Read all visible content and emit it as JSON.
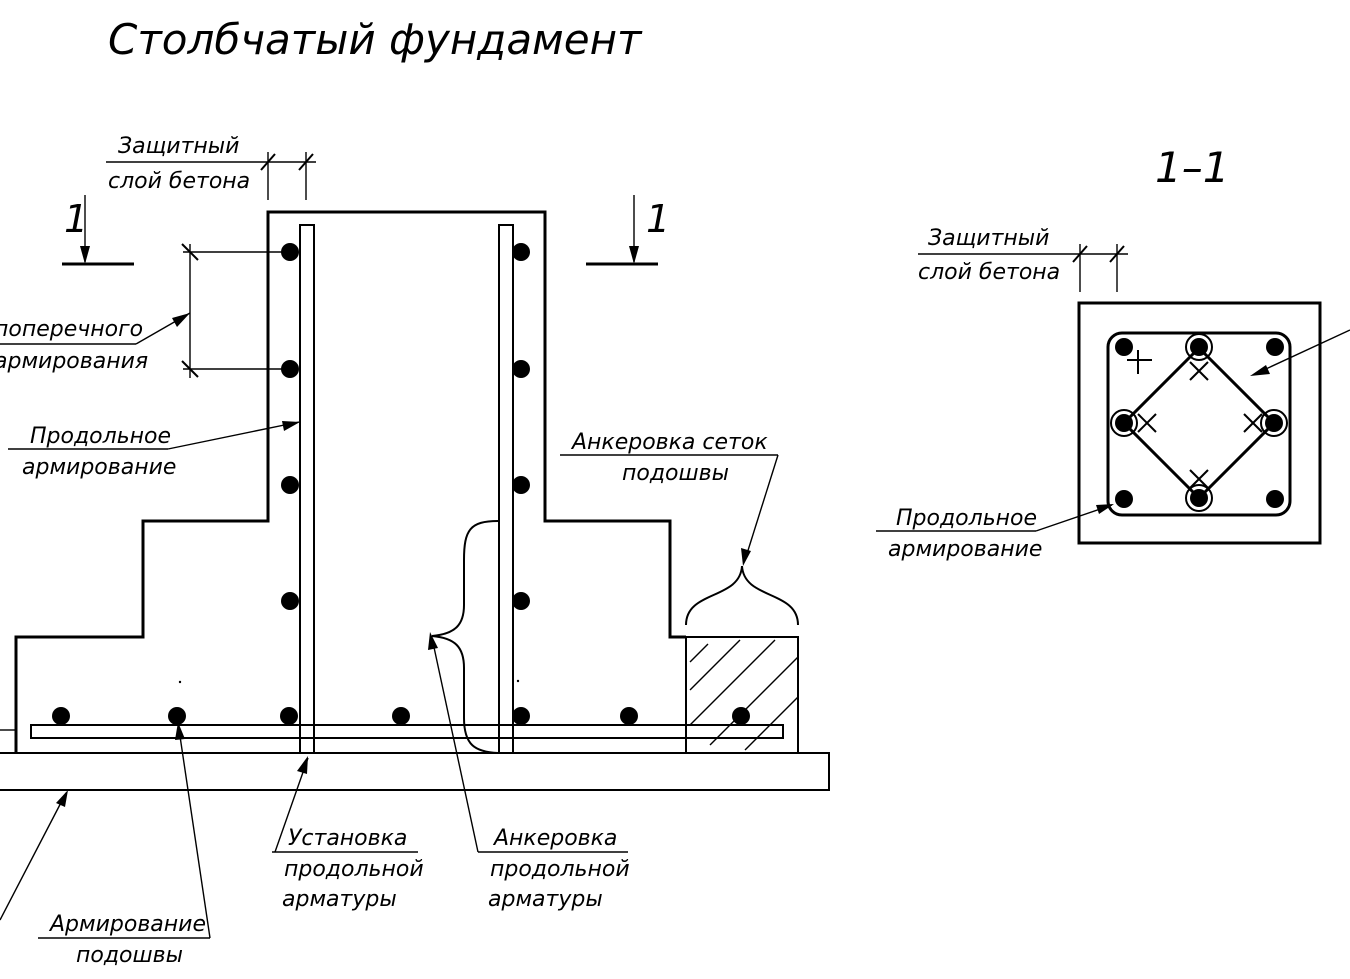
{
  "title": "Столбчатый фундамент",
  "section_mark": "1",
  "section_title": "1–1",
  "labels": {
    "cover_1": "Защитный",
    "cover_2": "слой бетона",
    "transverse_1": "поперечного",
    "transverse_2": "армирования",
    "longit_1": "Продольное",
    "longit_2": "армирование",
    "anchor_mesh_1": "Анкеровка сеток",
    "anchor_mesh_2": "подошвы",
    "install_1": "Установка",
    "install_2": "продольной",
    "install_3": "арматуры",
    "anchor_long_1": "Анкеровка",
    "anchor_long_2": "продольной",
    "anchor_long_3": "арматуры",
    "base_1": "Армирование",
    "base_2": "подошвы",
    "sec_cover_1": "Защитный",
    "sec_cover_2": "слой бетона",
    "sec_longit_1": "Продольное",
    "sec_longit_2": "армирование"
  }
}
